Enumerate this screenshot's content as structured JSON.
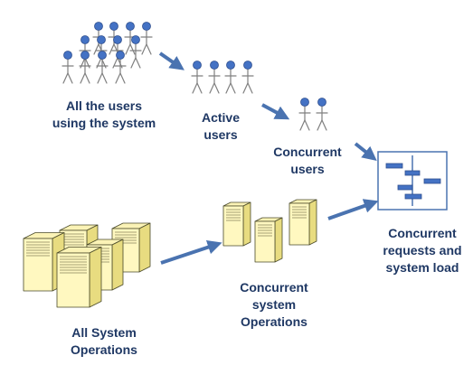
{
  "colors": {
    "label_text": "#1f3864",
    "arrow": "#4a73b0",
    "person_head_fill": "#4472c4",
    "person_head_stroke": "#2f4f8f",
    "person_body": "#7f7f7f",
    "server_front": "#fff8c0",
    "server_side": "#e8dc80",
    "server_top": "#fbf3b6",
    "server_outline": "#4a4a2a",
    "chart_border": "#4a73b0",
    "chart_bar": "#4472c4"
  },
  "icons": {
    "person": "person-icon",
    "server": "server-icon",
    "load_chart": "gantt-chart-icon",
    "arrow": "arrow-icon"
  },
  "labels": {
    "all_users": [
      "All the users",
      "using the system"
    ],
    "active_users": [
      "Active",
      "users"
    ],
    "concurrent_users": [
      "Concurrent",
      "users"
    ],
    "concurrent_requests": [
      "Concurrent",
      "requests and",
      "system load"
    ],
    "concurrent_operations": [
      "Concurrent",
      "system",
      "Operations"
    ],
    "all_operations": [
      "All System",
      "Operations"
    ]
  }
}
